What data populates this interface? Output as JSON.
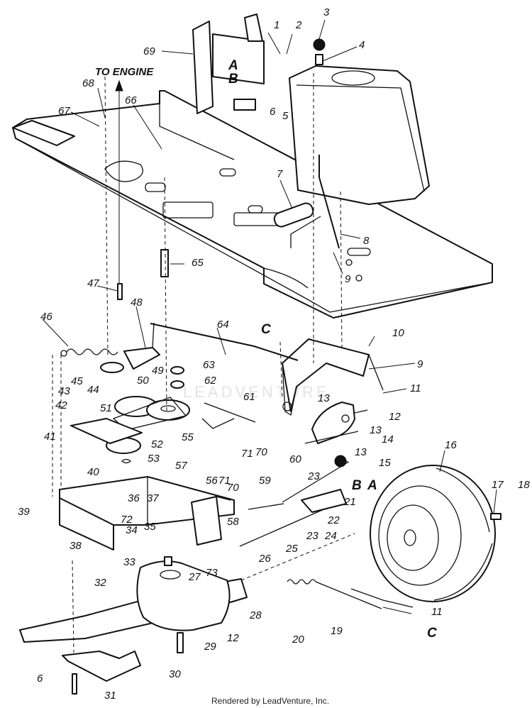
{
  "diagram": {
    "note": "TO ENGINE",
    "footer": "Rendered by LeadVenture, Inc.",
    "watermark": "LEADVENTURE",
    "callouts": [
      {
        "key": "1",
        "text": "1"
      },
      {
        "key": "2",
        "text": "2"
      },
      {
        "key": "3",
        "text": "3"
      },
      {
        "key": "4",
        "text": "4"
      },
      {
        "key": "5",
        "text": "5"
      },
      {
        "key": "6a",
        "text": "6"
      },
      {
        "key": "7",
        "text": "7"
      },
      {
        "key": "8",
        "text": "8"
      },
      {
        "key": "9a",
        "text": "9"
      },
      {
        "key": "9b",
        "text": "9"
      },
      {
        "key": "10",
        "text": "10"
      },
      {
        "key": "11a",
        "text": "11"
      },
      {
        "key": "11b",
        "text": "11"
      },
      {
        "key": "12a",
        "text": "12"
      },
      {
        "key": "12b",
        "text": "12"
      },
      {
        "key": "13a",
        "text": "13"
      },
      {
        "key": "13b",
        "text": "13"
      },
      {
        "key": "13c",
        "text": "13"
      },
      {
        "key": "14",
        "text": "14"
      },
      {
        "key": "15",
        "text": "15"
      },
      {
        "key": "16",
        "text": "16"
      },
      {
        "key": "17",
        "text": "17"
      },
      {
        "key": "18",
        "text": "18"
      },
      {
        "key": "19",
        "text": "19"
      },
      {
        "key": "20",
        "text": "20"
      },
      {
        "key": "21",
        "text": "21"
      },
      {
        "key": "22",
        "text": "22"
      },
      {
        "key": "23a",
        "text": "23"
      },
      {
        "key": "23b",
        "text": "23"
      },
      {
        "key": "24",
        "text": "24"
      },
      {
        "key": "25",
        "text": "25"
      },
      {
        "key": "26",
        "text": "26"
      },
      {
        "key": "27",
        "text": "27"
      },
      {
        "key": "28",
        "text": "28"
      },
      {
        "key": "29",
        "text": "29"
      },
      {
        "key": "30",
        "text": "30"
      },
      {
        "key": "31",
        "text": "31"
      },
      {
        "key": "32",
        "text": "32"
      },
      {
        "key": "33",
        "text": "33"
      },
      {
        "key": "34",
        "text": "34"
      },
      {
        "key": "35",
        "text": "35"
      },
      {
        "key": "36",
        "text": "36"
      },
      {
        "key": "37",
        "text": "37"
      },
      {
        "key": "38",
        "text": "38"
      },
      {
        "key": "39",
        "text": "39"
      },
      {
        "key": "40",
        "text": "40"
      },
      {
        "key": "41",
        "text": "41"
      },
      {
        "key": "42",
        "text": "42"
      },
      {
        "key": "43",
        "text": "43"
      },
      {
        "key": "44",
        "text": "44"
      },
      {
        "key": "45",
        "text": "45"
      },
      {
        "key": "46",
        "text": "46"
      },
      {
        "key": "47",
        "text": "47"
      },
      {
        "key": "48",
        "text": "48"
      },
      {
        "key": "49",
        "text": "49"
      },
      {
        "key": "50",
        "text": "50"
      },
      {
        "key": "51",
        "text": "51"
      },
      {
        "key": "52",
        "text": "52"
      },
      {
        "key": "53",
        "text": "53"
      },
      {
        "key": "55",
        "text": "55"
      },
      {
        "key": "56",
        "text": "56"
      },
      {
        "key": "57",
        "text": "57"
      },
      {
        "key": "58",
        "text": "58"
      },
      {
        "key": "59",
        "text": "59"
      },
      {
        "key": "60",
        "text": "60"
      },
      {
        "key": "61",
        "text": "61"
      },
      {
        "key": "62",
        "text": "62"
      },
      {
        "key": "63",
        "text": "63"
      },
      {
        "key": "64",
        "text": "64"
      },
      {
        "key": "65",
        "text": "65"
      },
      {
        "key": "66",
        "text": "66"
      },
      {
        "key": "67",
        "text": "67"
      },
      {
        "key": "68",
        "text": "68"
      },
      {
        "key": "69",
        "text": "69"
      },
      {
        "key": "70a",
        "text": "70"
      },
      {
        "key": "70b",
        "text": "70"
      },
      {
        "key": "71a",
        "text": "71"
      },
      {
        "key": "71b",
        "text": "71"
      },
      {
        "key": "72",
        "text": "72"
      },
      {
        "key": "73",
        "text": "73"
      },
      {
        "key": "6b",
        "text": "6"
      }
    ],
    "letters": [
      {
        "key": "A1",
        "text": "A"
      },
      {
        "key": "B1",
        "text": "B"
      },
      {
        "key": "C1",
        "text": "C"
      },
      {
        "key": "A2",
        "text": "A"
      },
      {
        "key": "B2",
        "text": "B"
      },
      {
        "key": "C2",
        "text": "C"
      }
    ]
  }
}
